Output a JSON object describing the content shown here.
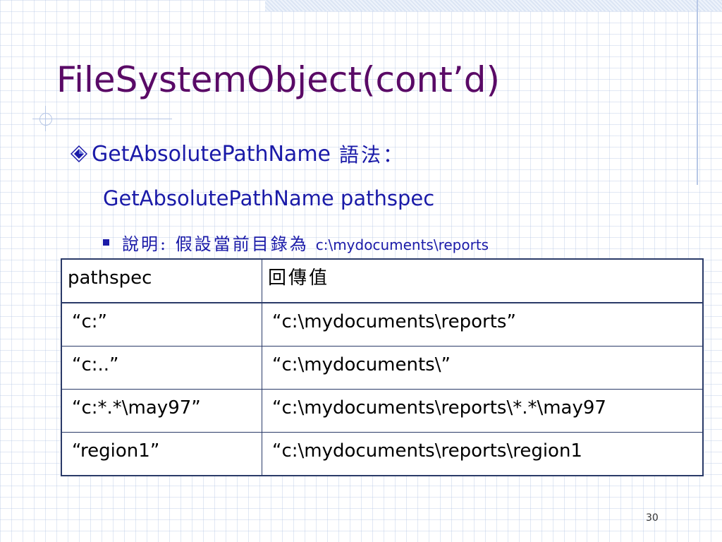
{
  "slide": {
    "title": "FileSystemObject(cont’d)",
    "bullet_method": "GetAbsolutePathName",
    "bullet_syntax_label": "語法：",
    "syntax_line": "GetAbsolutePathName pathspec",
    "desc_label": "說明: 假設當前目錄為",
    "desc_path": "c:\\mydocuments\\reports",
    "page_number": "30"
  },
  "table": {
    "headers": [
      "pathspec",
      "回傳值"
    ],
    "rows": [
      {
        "pathspec": "“c:”",
        "value": "“c:\\mydocuments\\reports”"
      },
      {
        "pathspec": "“c:..”",
        "value": "“c:\\mydocuments\\”"
      },
      {
        "pathspec": "“c:*.*\\may97”",
        "value": "“c:\\mydocuments\\reports\\*.*\\may97"
      },
      {
        "pathspec": "“region1”",
        "value": "“c:\\mydocuments\\reports\\region1"
      }
    ]
  },
  "icons": {
    "bullet_level1": "diamond-icon",
    "bullet_level2": "square-bullet-icon"
  },
  "colors": {
    "title": "#5a0a66",
    "body_text": "#1a1aa8",
    "table_border": "#2a3a68",
    "grid": "#aabee1"
  }
}
